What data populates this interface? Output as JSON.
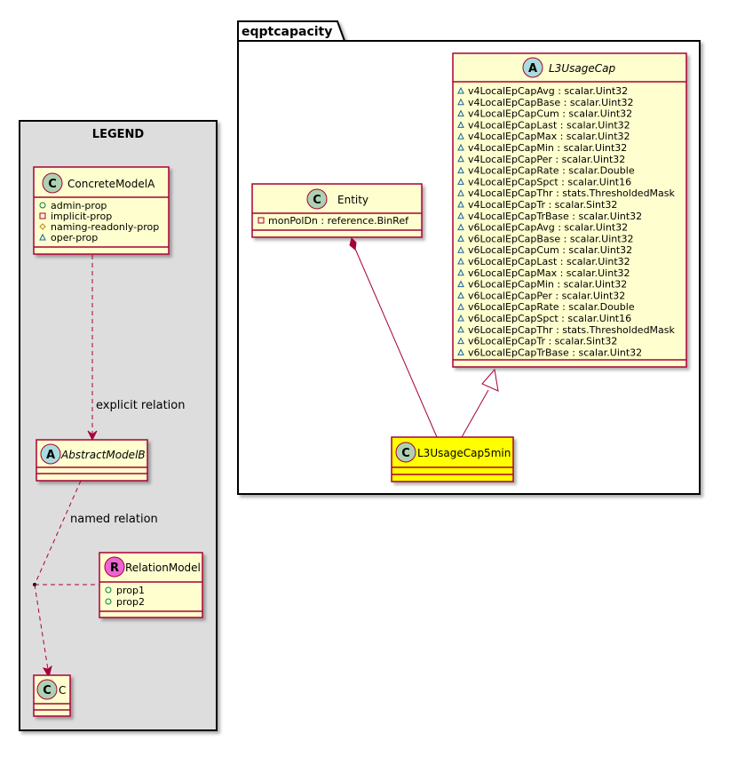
{
  "package": {
    "name": "eqptcapacity"
  },
  "legend": {
    "title": "LEGEND",
    "concrete": {
      "name": "ConcreteModelA",
      "attrs": [
        "admin-prop",
        "implicit-prop",
        "naming-readonly-prop",
        "oper-prop"
      ]
    },
    "abstract": {
      "name": "AbstractModelB"
    },
    "relation_model": {
      "name": "RelationModel",
      "attrs": [
        "prop1",
        "prop2"
      ]
    },
    "c": {
      "name": "C"
    },
    "explicit_label": "explicit relation",
    "named_label": "named relation"
  },
  "entity": {
    "name": "Entity",
    "attrs": [
      "monPolDn : reference.BinRef"
    ]
  },
  "l3usagecap": {
    "name": "L3UsageCap",
    "attrs": [
      "v4LocalEpCapAvg : scalar.Uint32",
      "v4LocalEpCapBase : scalar.Uint32",
      "v4LocalEpCapCum : scalar.Uint32",
      "v4LocalEpCapLast : scalar.Uint32",
      "v4LocalEpCapMax : scalar.Uint32",
      "v4LocalEpCapMin : scalar.Uint32",
      "v4LocalEpCapPer : scalar.Uint32",
      "v4LocalEpCapRate : scalar.Double",
      "v4LocalEpCapSpct : scalar.Uint16",
      "v4LocalEpCapThr : stats.ThresholdedMask",
      "v4LocalEpCapTr : scalar.Sint32",
      "v4LocalEpCapTrBase : scalar.Uint32",
      "v6LocalEpCapAvg : scalar.Uint32",
      "v6LocalEpCapBase : scalar.Uint32",
      "v6LocalEpCapCum : scalar.Uint32",
      "v6LocalEpCapLast : scalar.Uint32",
      "v6LocalEpCapMax : scalar.Uint32",
      "v6LocalEpCapMin : scalar.Uint32",
      "v6LocalEpCapPer : scalar.Uint32",
      "v6LocalEpCapRate : scalar.Double",
      "v6LocalEpCapSpct : scalar.Uint16",
      "v6LocalEpCapThr : stats.ThresholdedMask",
      "v6LocalEpCapTr : scalar.Sint32",
      "v6LocalEpCapTrBase : scalar.Uint32"
    ]
  },
  "l3usagecap5min": {
    "name": "L3UsageCap5min"
  },
  "colors": {
    "class_fill": "#FEFECE",
    "class_border": "#A80036",
    "highlight_fill": "#FFFF00",
    "legend_bg": "#DDDDDD",
    "circle_class": "#ADD1B2",
    "circle_abstract": "#A9DCDF",
    "circle_relation": "#EB66D2"
  }
}
